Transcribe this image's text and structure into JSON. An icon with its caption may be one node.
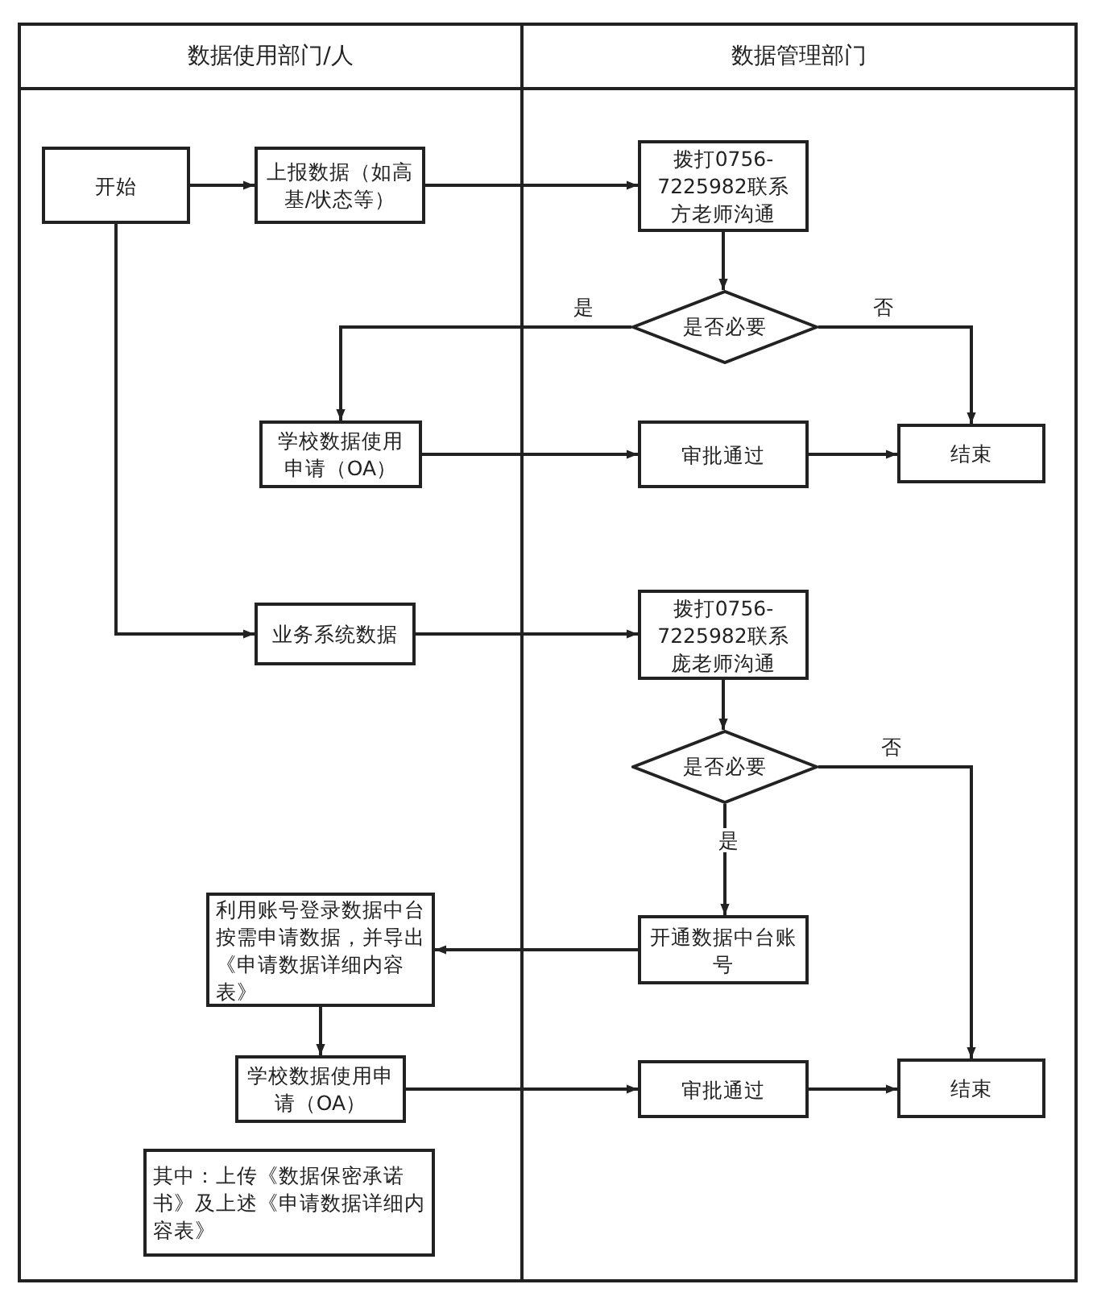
{
  "diagram": {
    "nodes": [
      {
        "text": [
          "数据使用部门/人"
        ]
      },
      {
        "text": [
          "数据管理部门"
        ]
      },
      {
        "text": [
          "开始"
        ],
        "in": 0
      },
      {
        "text": [
          "上报数据（如高基/状态等）"
        ],
        "in": 0
      },
      {
        "text": [
          "拨打0756-7225982联系方老师沟通"
        ],
        "in": 1
      },
      {
        "text": [
          "是否必要"
        ],
        "in": 1
      },
      {
        "text": [
          "学校数据使用申请（OA）"
        ],
        "in": 0
      },
      {
        "text": [
          "审批通过"
        ],
        "in": 1
      },
      {
        "text": [
          "结束"
        ],
        "in": 1
      },
      {
        "text": [
          "业务系统数据"
        ],
        "in": 0
      },
      {
        "text": [
          "拨打0756-7225982联系庞老师沟通"
        ],
        "in": 1
      },
      {
        "text": [
          "是否必要"
        ],
        "in": 1
      },
      {
        "text": [
          "开通数据中台账号"
        ],
        "in": 1
      },
      {
        "text": [
          "利用账号登录数据中台按需申请数据，并导出《申请数据详细内容表》"
        ],
        "in": 0
      },
      {
        "text": [
          "学校数据使用申请（OA）"
        ],
        "in": 0
      },
      {
        "text": [
          "审批通过"
        ],
        "in": 1
      },
      {
        "text": [
          "结束"
        ],
        "in": 1
      },
      {
        "text": [
          "其中：上传《数据保密承诺书》及上述《申请数据详细内容表》"
        ],
        "in": 0
      }
    ],
    "edges": [
      {
        "from": 2,
        "to": 3,
        "arrow": "to"
      },
      {
        "from": 3,
        "to": 4,
        "arrow": "to"
      },
      {
        "from": 4,
        "to": 5,
        "arrow": "to"
      },
      {
        "from": 5,
        "to": 6,
        "arrow": "to",
        "label": "是"
      },
      {
        "from": 5,
        "to": 8,
        "arrow": "to",
        "label": "否"
      },
      {
        "from": 6,
        "to": 7,
        "arrow": "to"
      },
      {
        "from": 7,
        "to": 8,
        "arrow": "to"
      },
      {
        "from": 2,
        "to": 9,
        "arrow": "to"
      },
      {
        "from": 9,
        "to": 10,
        "arrow": "to"
      },
      {
        "from": 10,
        "to": 11,
        "arrow": "to"
      },
      {
        "from": 11,
        "to": 12,
        "arrow": "to",
        "label": "是"
      },
      {
        "from": 11,
        "to": 16,
        "arrow": "to",
        "label": "否"
      },
      {
        "from": 12,
        "to": 13,
        "arrow": "to"
      },
      {
        "from": 13,
        "to": 14,
        "arrow": "to"
      },
      {
        "from": 14,
        "to": 15,
        "arrow": "to"
      },
      {
        "from": 15,
        "to": 16,
        "arrow": "to"
      }
    ]
  }
}
